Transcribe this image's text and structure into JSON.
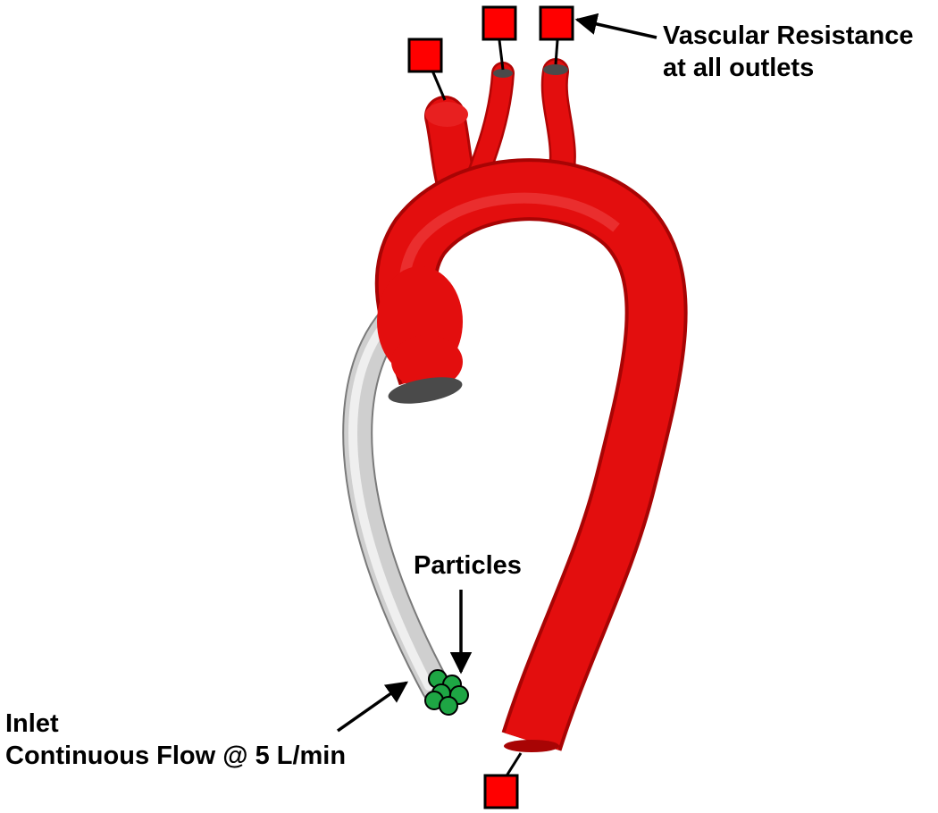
{
  "labels": {
    "vascular_resistance": [
      "Vascular Resistance",
      "at all outlets"
    ],
    "particles": "Particles",
    "inlet": [
      "Inlet",
      "Continuous Flow @ 5 L/min"
    ]
  },
  "colors": {
    "aorta": "#e30e0e",
    "aorta_shadow": "#b10505",
    "cannula": "#c8c8c8",
    "cannula_highlight": "#f4f4f4",
    "outlet_marker": "#ff0000",
    "particles": "#1ea644",
    "outlet_cap": "#4a4a4a"
  },
  "icons": {
    "outlet_marker": "square-boundary-marker-icon",
    "particles": "particle-cluster-icon",
    "arrow": "arrow-icon"
  }
}
